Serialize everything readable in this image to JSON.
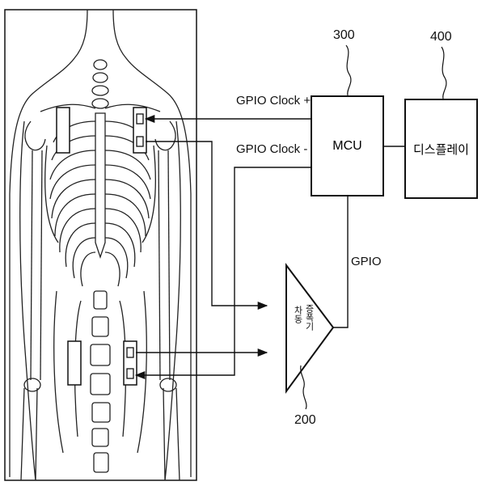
{
  "figure": {
    "mcu": {
      "ref": "300",
      "label": "MCU"
    },
    "display": {
      "ref": "400",
      "label": "디스플레이"
    },
    "amplifier": {
      "ref": "200",
      "label_line1": "차동",
      "label_line2": "증폭기"
    },
    "signals": {
      "clock_plus": "GPIO Clock +",
      "clock_minus": "GPIO Clock -",
      "gpio": "GPIO"
    }
  }
}
